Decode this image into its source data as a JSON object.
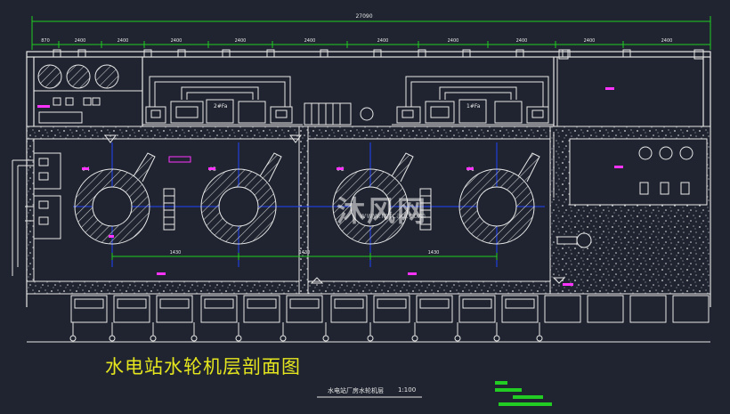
{
  "drawing": {
    "title": "水电站水轮机层剖面图",
    "subtitle": "水电站厂房水轮机层",
    "scale": "1:100",
    "overall_dimension": "27090",
    "top_dimensions": [
      "870",
      "2400",
      "2400",
      "2400",
      "2400",
      "2400",
      "2400",
      "2400",
      "2400",
      "2400",
      "2400"
    ],
    "bottom_dimensions": [
      "1430",
      "1430",
      "1430"
    ],
    "unit_labels": [
      "#4",
      "#3",
      "#2",
      "#1"
    ],
    "room_tags": [
      "2#Fa",
      "1#Fa"
    ],
    "colors": {
      "background": "#1f2430",
      "outline": "#e8e8e8",
      "dimension": "#22cc22",
      "axis": "#2244ff",
      "label": "#ff33ff",
      "title": "#e6e61e"
    }
  },
  "watermark": {
    "text": "沐风网",
    "url": "www.mfcad.com"
  }
}
